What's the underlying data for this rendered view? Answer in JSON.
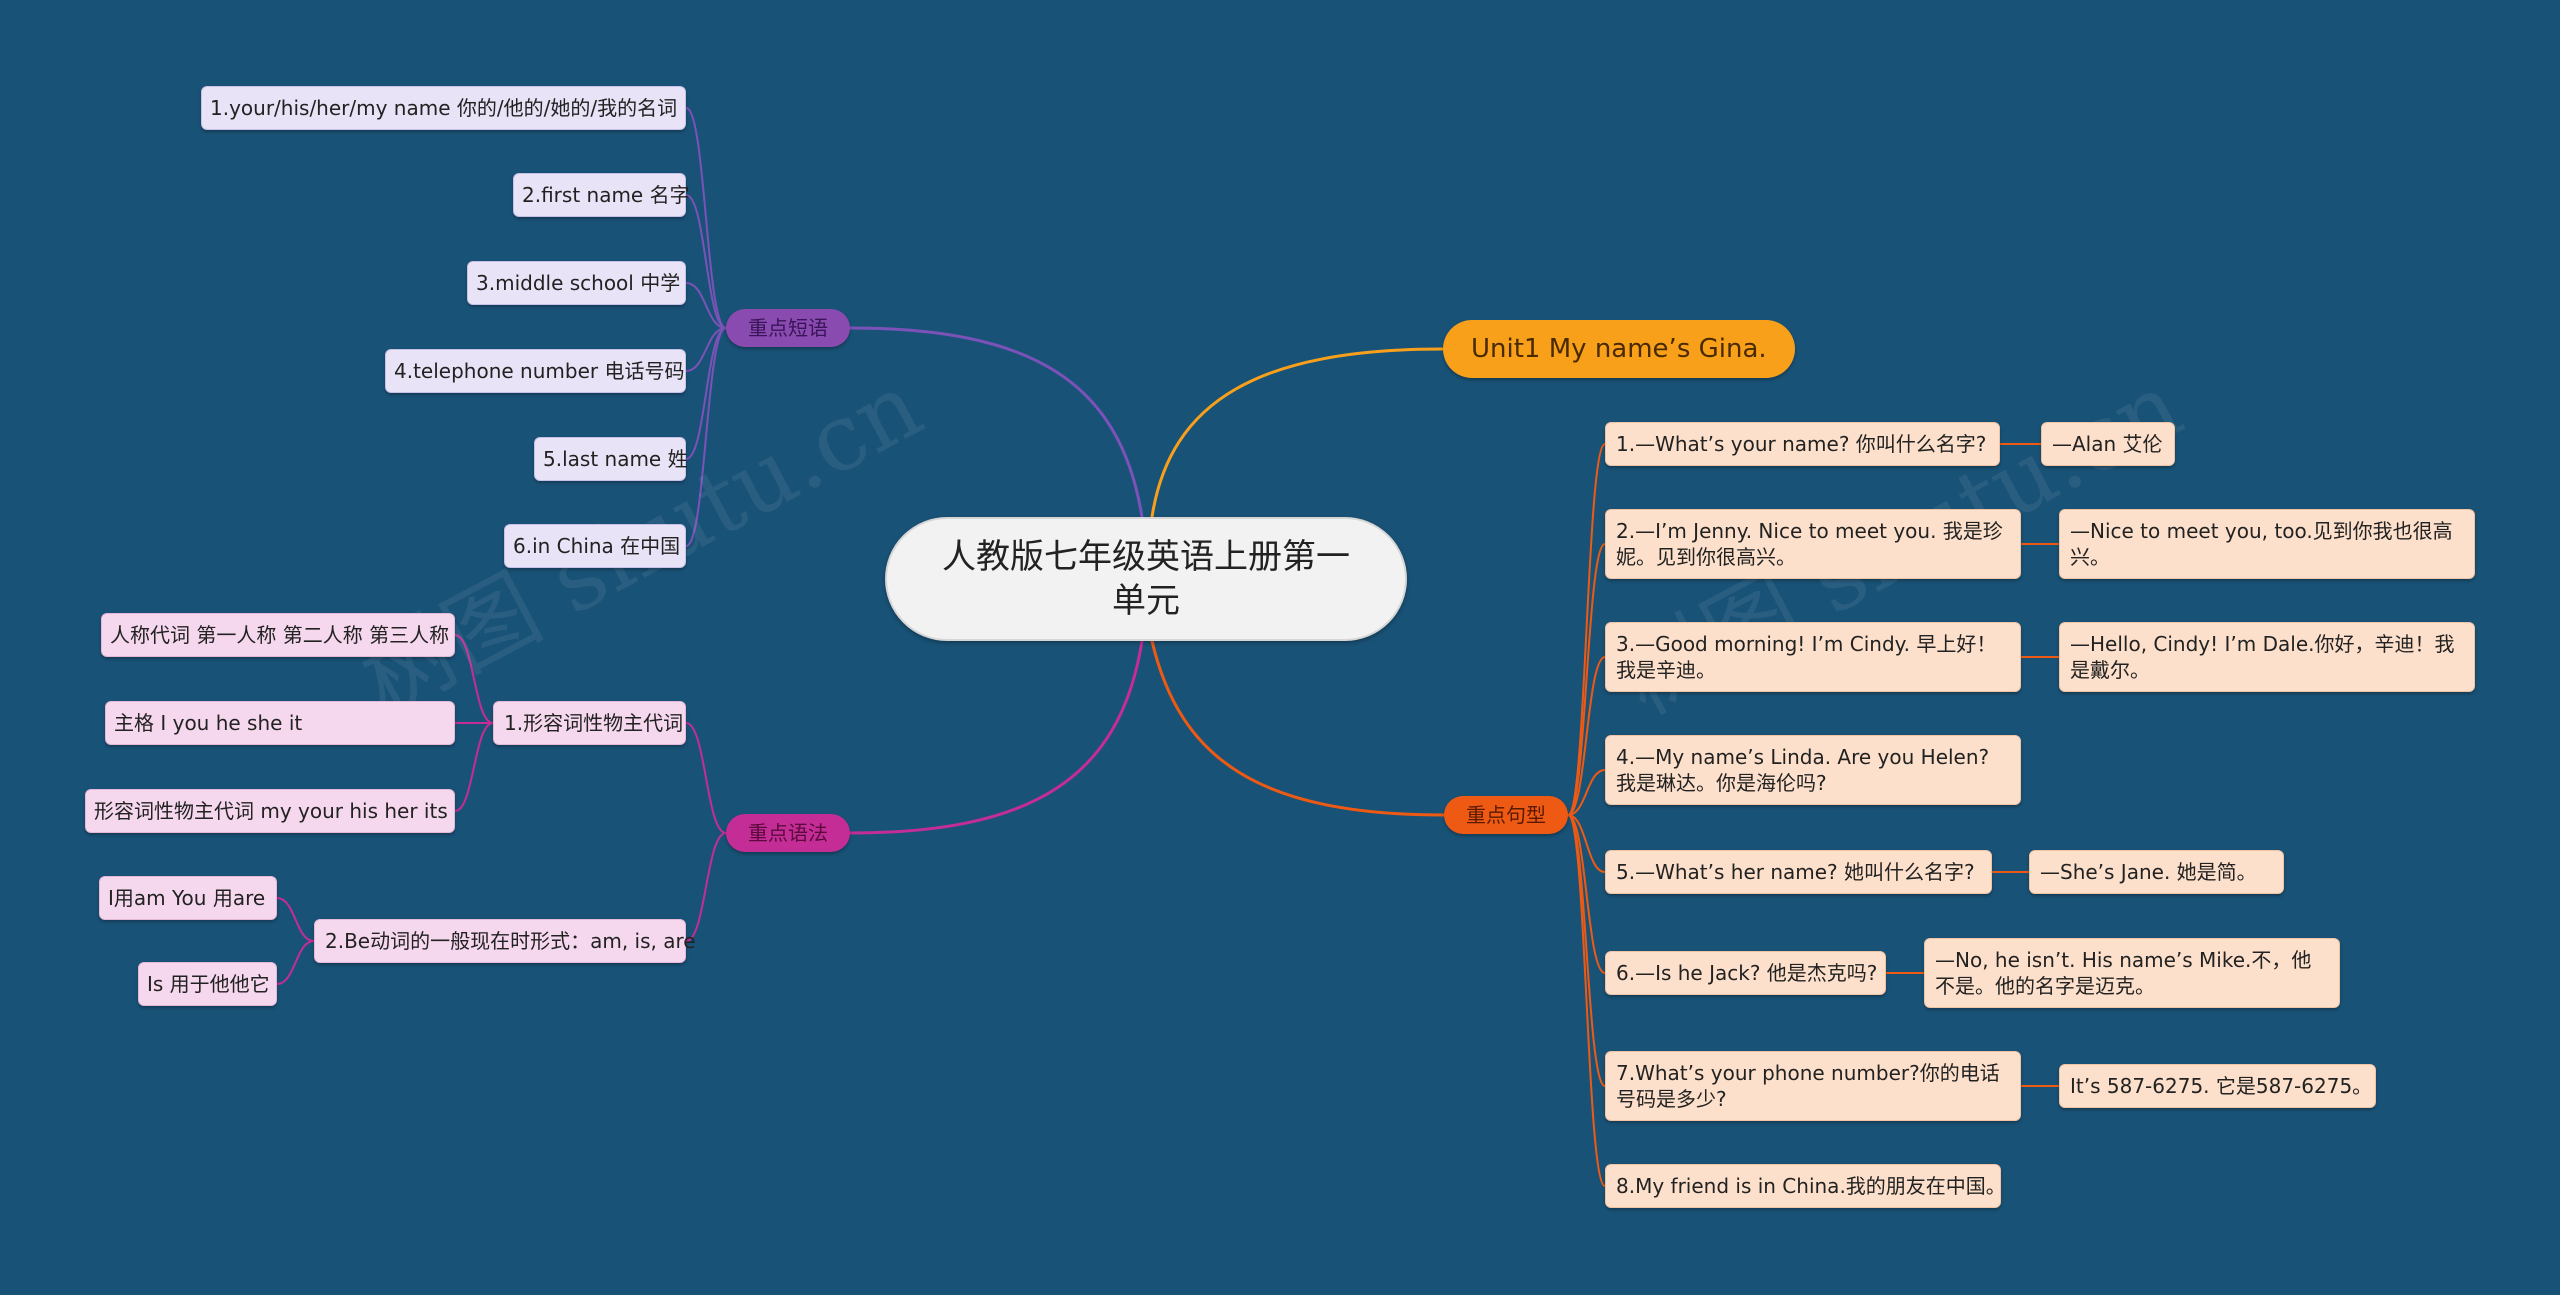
{
  "root": {
    "title": "人教版七年级英语上册第一单元"
  },
  "branches": {
    "title_node": {
      "label": "Unit1 My name’s Gina."
    },
    "vocab": {
      "label": "重点短语",
      "items": [
        "1.your/his/her/my name  你的/他的/她的/我的名词",
        "2.first name 名字",
        "3.middle school  中学",
        "4.telephone number  电话号码",
        "5.last name 姓",
        "6.in China  在中国"
      ]
    },
    "grammar": {
      "label": "重点语法",
      "groups": [
        {
          "label": "1.形容词性物主代词",
          "items": [
            "人称代词 第一人称 第二人称 第三人称",
            "主格    I    you   he    she    it",
            "形容词性物主代词 my your his her its"
          ]
        },
        {
          "label": "2.Be动词的一般现在时形式：am, is, are",
          "items": [
            "I用am   You 用are",
            "Is 用于他他它"
          ]
        }
      ]
    },
    "sentences": {
      "label": "重点句型",
      "items": [
        {
          "q": "1.—What’s your name? 你叫什么名字?",
          "a": "—Alan 艾伦"
        },
        {
          "q": "2.—I’m Jenny. Nice to meet you. 我是珍妮。见到你很高兴。",
          "a": " —Nice to meet you, too.见到你我也很高兴。"
        },
        {
          "q": "3.—Good morning! I’m Cindy. 早上好！我是辛迪。",
          "a": " —Hello, Cindy! I’m Dale.你好，辛迪！我是戴尔。"
        },
        {
          "q": "4.—My name’s Linda. Are you Helen? 我是琳达。你是海伦吗?",
          "a": ""
        },
        {
          "q": "5.—What’s her name? 她叫什么名字?",
          "a": "—She’s Jane.  她是简。"
        },
        {
          "q": "6.—Is he Jack? 他是杰克吗?",
          "a": " —No, he isn’t. His name’s Mike.不，他不是。他的名字是迈克。"
        },
        {
          "q": "7.What’s your phone number?你的电话号码是多少?",
          "a": "It’s 587-6275. 它是587-6275。"
        },
        {
          "q": "8.My friend is in China.我的朋友在中国。",
          "a": ""
        }
      ]
    }
  },
  "watermarks": [
    "树图 shutu.cn",
    "树图 shutu.cn"
  ],
  "colors": {
    "background": "#195277",
    "vocab": "#7b52b8",
    "grammar": "#c42d95",
    "sentences": "#ee5a14",
    "title": "#f9a01b"
  }
}
